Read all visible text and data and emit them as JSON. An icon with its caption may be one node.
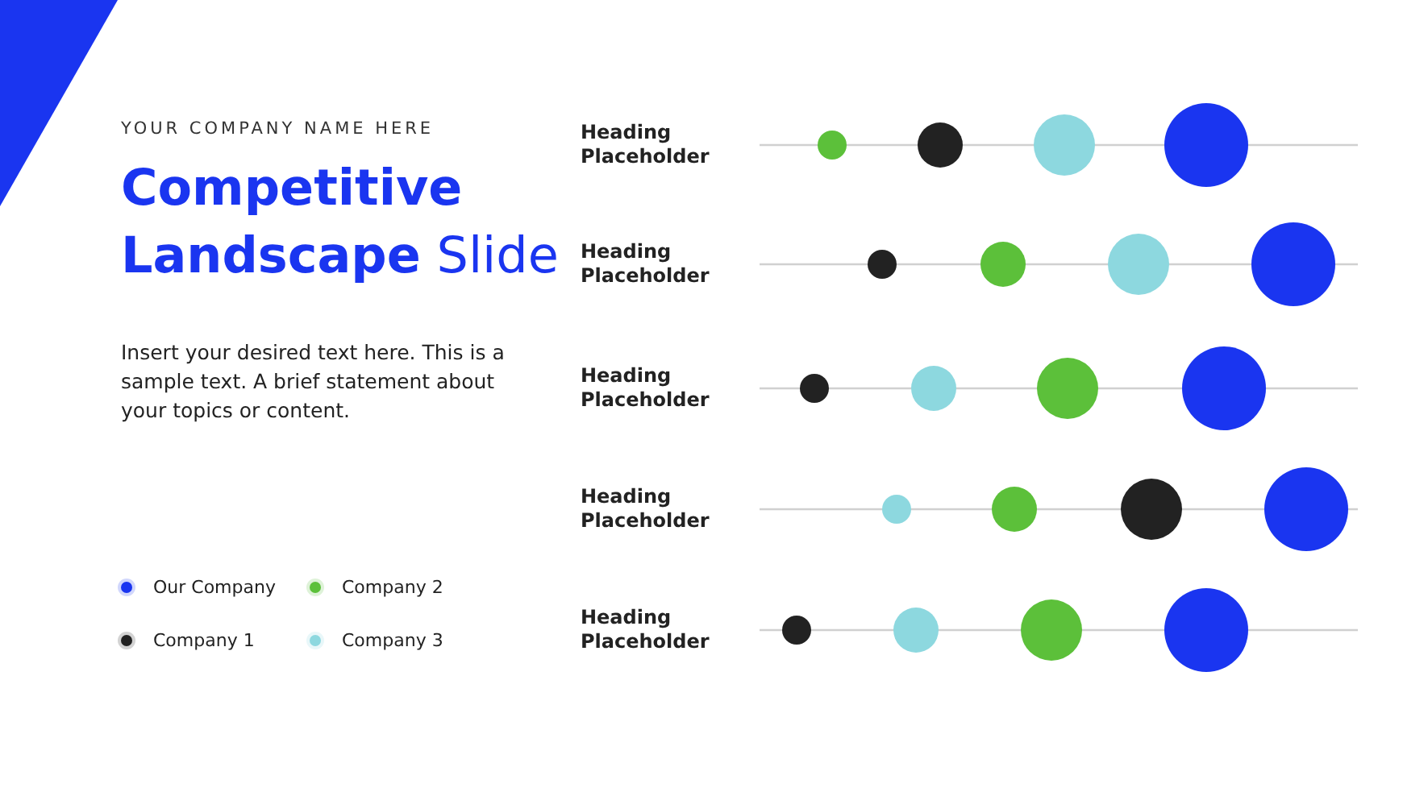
{
  "diagram": {
    "title": "**Competitive Landscape** Slide",
    "labels": [
      "YOUR COMPANY NAME HERE",
      "Insert your desired text here. This is a sample text. A brief statement about your topics or content.",
      "Heading Placeholder",
      "Heading Placeholder",
      "Heading Placeholder",
      "Heading Placeholder",
      "Heading Placeholder"
    ],
    "legend": [
      {
        "text": "Our Company",
        "color": "#1a35f0"
      },
      {
        "text": "Company 2",
        "color": "#5cc03a"
      },
      {
        "text": "Company 1",
        "color": "#222222"
      },
      {
        "text": "Company 3",
        "color": "#8dd8df"
      }
    ]
  }
}
